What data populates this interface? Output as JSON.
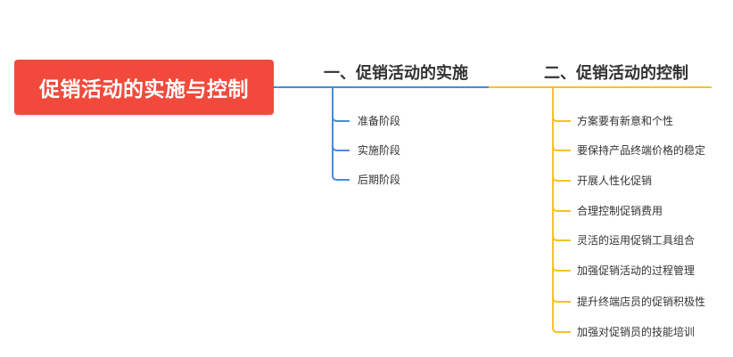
{
  "root": {
    "label": "促销活动的实施与控制"
  },
  "branches": [
    {
      "title": "一、促销活动的实施",
      "items": [
        "准备阶段",
        "实施阶段",
        "后期阶段"
      ]
    },
    {
      "title": "二、促销活动的控制",
      "items": [
        "方案要有新意和个性",
        "要保持产品终端价格的稳定",
        "开展人性化促销",
        "合理控制促销费用",
        "灵活的运用促销工具组合",
        "加强促销活动的过程管理",
        "提升终端店员的促销积极性",
        "加强对促销员的技能培训"
      ]
    }
  ],
  "colors": {
    "root_fill": "#f14a3d",
    "branch_1_line": "#4a8bdc",
    "branch_2_line": "#f5c22b",
    "text": "#333333"
  }
}
